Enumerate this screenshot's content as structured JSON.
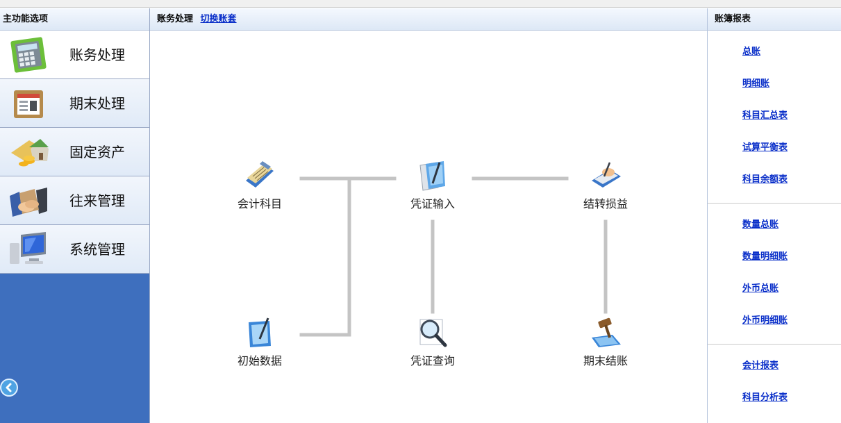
{
  "sidebar": {
    "header": "主功能选项",
    "items": [
      {
        "label": "账务处理",
        "icon": "calculator-icon"
      },
      {
        "label": "期末处理",
        "icon": "calendar-icon"
      },
      {
        "label": "固定资产",
        "icon": "house-coins-icon"
      },
      {
        "label": "往来管理",
        "icon": "handshake-icon"
      },
      {
        "label": "系统管理",
        "icon": "computer-icon"
      }
    ],
    "collapse_icon": "chevron-left-icon"
  },
  "center": {
    "title": "账务处理",
    "switch_link": "切换账套",
    "nodes": [
      {
        "label": "会计科目",
        "icon": "ledger-book-icon"
      },
      {
        "label": "凭证输入",
        "icon": "voucher-edit-icon"
      },
      {
        "label": "结转损益",
        "icon": "signing-hand-icon"
      },
      {
        "label": "初始数据",
        "icon": "note-pen-icon"
      },
      {
        "label": "凭证查询",
        "icon": "magnifier-icon"
      },
      {
        "label": "期末结账",
        "icon": "gavel-icon"
      }
    ],
    "connector_color": "#c4c4c4"
  },
  "right": {
    "header": "账簿报表",
    "groups": [
      [
        "总账",
        "明细账",
        "科目汇总表",
        "试算平衡表",
        "科目余额表"
      ],
      [
        "数量总账",
        "数量明细账",
        "外币总账",
        "外币明细账"
      ],
      [
        "会计报表",
        "科目分析表"
      ]
    ]
  },
  "colors": {
    "sidebar_blue": "#3e6fbe",
    "link_blue": "#0a2fc9",
    "header_gradient_top": "#f4f8fe",
    "header_gradient_bottom": "#dde8f6"
  }
}
